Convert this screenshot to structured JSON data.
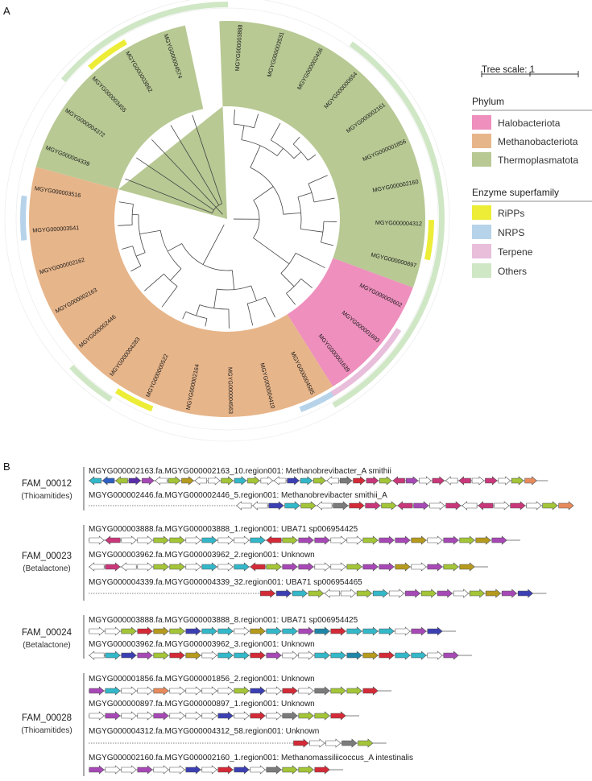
{
  "panels": {
    "a": "A",
    "b": "B"
  },
  "tree_scale_label": "Tree scale: 1",
  "legend": {
    "phylum_title": "Phylum",
    "phylum": [
      {
        "name": "Halobacteriota",
        "color": "#ee8fbd"
      },
      {
        "name": "Methanobacteriota",
        "color": "#e7b58a"
      },
      {
        "name": "Thermoplasmatota",
        "color": "#b8c994"
      }
    ],
    "enzyme_title": "Enzyme superfamily",
    "enzyme": [
      {
        "name": "RiPPs",
        "color": "#eded38"
      },
      {
        "name": "NRPS",
        "color": "#b7d3ea"
      },
      {
        "name": "Terpene",
        "color": "#e8bedb"
      },
      {
        "name": "Others",
        "color": "#cfe7c5"
      }
    ]
  },
  "tree_leaves": [
    {
      "id": "MGYG000003888",
      "phylum": "Thermoplasmatota"
    },
    {
      "id": "MGYG000003531",
      "phylum": "Thermoplasmatota"
    },
    {
      "id": "MGYG000002456",
      "phylum": "Thermoplasmatota"
    },
    {
      "id": "MGYG000000654",
      "phylum": "Thermoplasmatota"
    },
    {
      "id": "MGYG000002161",
      "phylum": "Thermoplasmatota"
    },
    {
      "id": "MGYG000001856",
      "phylum": "Thermoplasmatota"
    },
    {
      "id": "MGYG000002160",
      "phylum": "Thermoplasmatota"
    },
    {
      "id": "MGYG000004312",
      "phylum": "Thermoplasmatota"
    },
    {
      "id": "MGYG000000897",
      "phylum": "Thermoplasmatota"
    },
    {
      "id": "MGYG000003602",
      "phylum": "Halobacteriota"
    },
    {
      "id": "MGYG000001693",
      "phylum": "Halobacteriota"
    },
    {
      "id": "MGYG000001639",
      "phylum": "Halobacteriota"
    },
    {
      "id": "MGYG000004585",
      "phylum": "Methanobacteriota"
    },
    {
      "id": "MGYG000004410",
      "phylum": "Methanobacteriota"
    },
    {
      "id": "MGYG000004563",
      "phylum": "Methanobacteriota"
    },
    {
      "id": "MGYG000002164",
      "phylum": "Methanobacteriota"
    },
    {
      "id": "MGYG000000522",
      "phylum": "Methanobacteriota"
    },
    {
      "id": "MGYG000004283",
      "phylum": "Methanobacteriota"
    },
    {
      "id": "MGYG000002446",
      "phylum": "Methanobacteriota"
    },
    {
      "id": "MGYG000002163",
      "phylum": "Methanobacteriota"
    },
    {
      "id": "MGYG000002162",
      "phylum": "Methanobacteriota"
    },
    {
      "id": "MGYG000003541",
      "phylum": "Methanobacteriota"
    },
    {
      "id": "MGYG000003516",
      "phylum": "Methanobacteriota"
    },
    {
      "id": "MGYG000004339",
      "phylum": "Thermoplasmatota"
    },
    {
      "id": "MGYG000004372",
      "phylum": "Thermoplasmatota"
    },
    {
      "id": "MGYG000003455",
      "phylum": "Thermoplasmatota"
    },
    {
      "id": "MGYG000003962",
      "phylum": "Thermoplasmatota"
    },
    {
      "id": "MGYG000004574",
      "phylum": "Thermoplasmatota"
    }
  ],
  "enzyme_ring": [
    {
      "type": "RiPPs",
      "leaf_start": 25.6,
      "leaf_end": 26.6
    },
    {
      "type": "RiPPs",
      "leaf_start": 7.4,
      "leaf_end": 8.3
    },
    {
      "type": "NRPS",
      "leaf_start": 21.3,
      "leaf_end": 22.3
    },
    {
      "type": "RiPPs",
      "leaf_start": 16.3,
      "leaf_end": 17.2
    },
    {
      "type": "NRPS",
      "leaf_start": 12.0,
      "leaf_end": 12.9
    },
    {
      "type": "Terpene",
      "leaf_start": 10.0,
      "leaf_end": 12.1
    },
    {
      "type": "Others",
      "leaf_start": 25.0,
      "leaf_end": 29.0
    },
    {
      "type": "Others",
      "leaf_start": 3.0,
      "leaf_end": 11.4
    },
    {
      "type": "Others",
      "leaf_start": 11.4,
      "leaf_end": 12.2
    },
    {
      "type": "Others",
      "leaf_start": 17.2,
      "leaf_end": 18.3
    }
  ],
  "families": [
    {
      "id": "FAM_00012",
      "type": "(Thioamitides)",
      "regions": [
        {
          "label": "MGYG000002163.fa.MGYG000002163_10.region001: Methanobrevibacter_A smithii",
          "start": 0.0,
          "dotted": false,
          "genes": "<,c;<,b;<,g;>,p;>,P;<,w;>,g;>,y;<,w;>,w;>,g;>,c;>,g;>,w;<,w;>,B;>,c;>,g;<,w;>,x;>,R;>,M;>,g;<,M;>,P;>,w;>,M;<,w;<,M;>,w;>,M;>,w;>,g;>,o"
        },
        {
          "label": "MGYG000002446.fa.MGYG000002446_5.region001: Methanobrevibacter smithii_A",
          "start": 0.31,
          "dotted": true,
          "genes": "<,w;<,w;>,B;>,c;>,g;<,w;>,x;>,R;>,M;>,g;<,M;>,P;>,w;>,M;<,w;<,M;>,w;>,M;>,w;>,g;>,o"
        }
      ]
    },
    {
      "id": "FAM_00023",
      "type": "(Betalactone)",
      "regions": [
        {
          "label": "MGYG000003888.fa.MGYG000003888_1.region001: UBA71 sp006954425",
          "start": 0.0,
          "dotted": false,
          "genes": ">,w;<,M;>,w;>,w;>,g;>,g;>,w;>,c;>,w;>,w;>,c;<,R;>,g;>,P;>,P;>,w;>,w;>,g;>,P;>,P;>,y;>,w;>,P;>,g;>,y;>,P"
        },
        {
          "label": "MGYG000003962.fa.MGYG000003962_2.region001: Unknown",
          "start": 0.0,
          "dotted": false,
          "genes": "<,w;>,M;<,w;>,w;>,g;>,g;>,w;>,c;>,w;>,c;<,R;>,g;>,P;>,P;>,w;>,w;>,g;>,P;>,P;>,y;>,w;>,P;>,g;>,y"
        },
        {
          "label": "MGYG000004339.fa.MGYG000004339_32.region001: UBA71 sp006954465",
          "start": 0.36,
          "dotted": true,
          "genes": ">,R;>,B;>,c;>,g;<,w;>,w;>,g;>,c;>,w;>,P;>,g;>,P;>,w;>,g;>,y;>,P;>,B"
        }
      ]
    },
    {
      "id": "FAM_00024",
      "type": "(Betalactone)",
      "regions": [
        {
          "label": "MGYG000003888.fa.MGYG000003888_8.region001: UBA71 sp006954425",
          "start": 0.0,
          "dotted": true,
          "genes": ">,w;>,w;>,g;>,R;>,y;>,g;>,B;>,c;>,c;>,w;>,y;>,c;>,c;>,P;>,T;>,R;>,c;>,c;>,c;>,w;>,P;>,B"
        },
        {
          "label": "MGYG000003962.fa.MGYG000003962_3.region001: Unknown",
          "start": 0.0,
          "dotted": false,
          "genes": "<,w;>,c;>,B;>,P;>,g;>,R;>,y;>,w;>,c;>,c;>,R;>,P;>,w;>,w;>,c;>,c;>,T;>,y;>,R;>,c;>,c;>,w;>,P"
        }
      ]
    },
    {
      "id": "FAM_00028",
      "type": "(Thioamitides)",
      "regions": [
        {
          "label": "MGYG000001856.fa.MGYG000001856_2.region001: Unknown",
          "start": 0.0,
          "dotted": false,
          "genes": ">,P;>,c;>,w;>,w;>,o;>,w;>,w;>,w;>,w;>,g;>,B;>,w;>,R;>,w;>,x;>,g;>,g;>,R"
        },
        {
          "label": "MGYG000000897.fa.MGYG000000897_1.region001: Unknown",
          "start": 0.0,
          "dotted": false,
          "genes": ">,w;>,P;>,w;>,w;>,P;>,w;>,w;>,w;>,B;>,w;>,R;>,w;>,x;>,g;>,g;>,R"
        },
        {
          "label": "MGYG000004312.fa.MGYG000004312_58.region001: Unknown",
          "start": 0.43,
          "dotted": true,
          "genes": ">,R;>,w;>,w;>,x;>,g"
        },
        {
          "label": "MGYG000002160.fa.MGYG000002160_1.region001: Methanomassiliicoccus_A intestinalis",
          "start": 0.0,
          "dotted": false,
          "genes": ">,P;>,w;>,w;>,P;>,w;>,w;>,B;>,w;>,R;>,B;>,w;>,x;>,g;>,g;>,R"
        }
      ]
    }
  ],
  "gene_palette": {
    "w": "#ffffff",
    "g": "#a3c537",
    "y": "#b59a1d",
    "P": "#a648b5",
    "R": "#d42a37",
    "M": "#c9377a",
    "B": "#3b3fb2",
    "c": "#33b8c9",
    "x": "#7b7b7b",
    "o": "#e88b5c",
    "b": "#2f5fc2",
    "p": "#5a2ea8",
    "T": "#1f86a8"
  }
}
